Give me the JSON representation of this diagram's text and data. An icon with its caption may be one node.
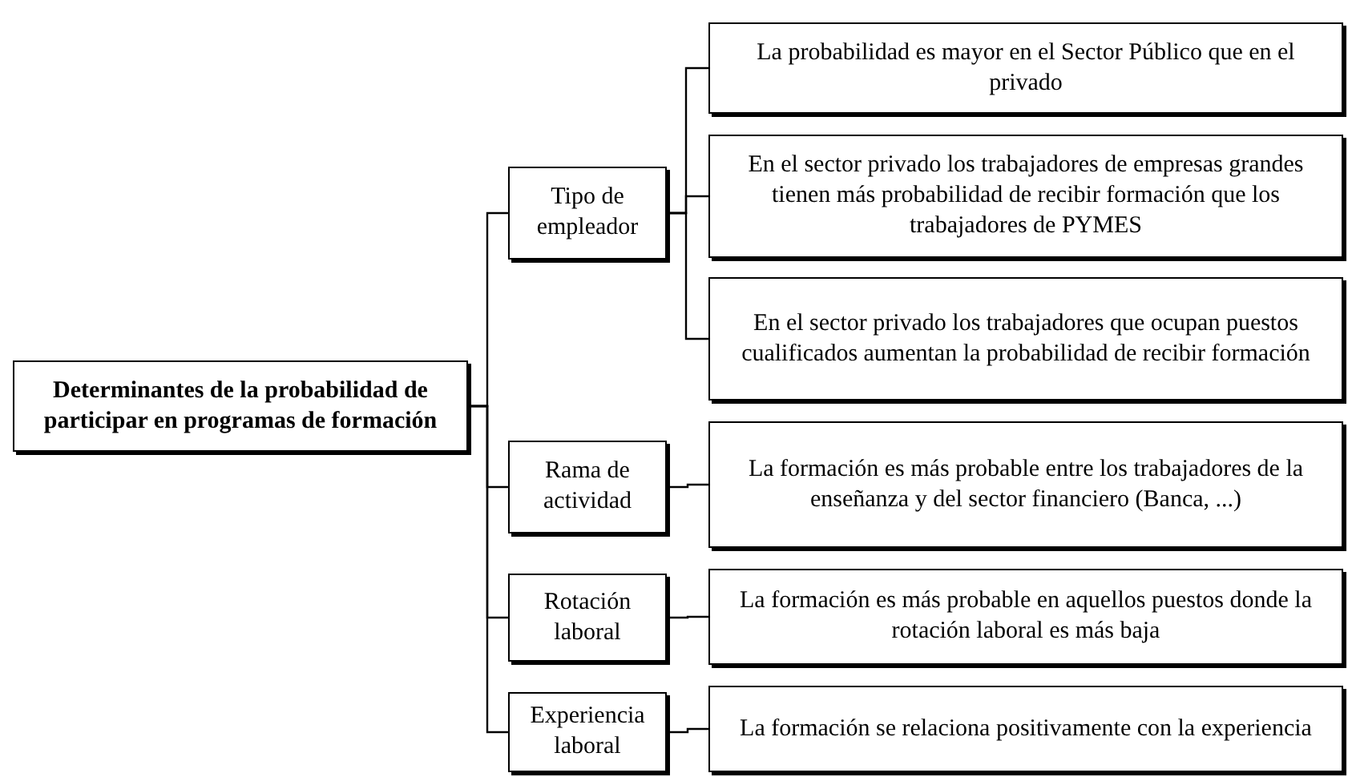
{
  "diagram": {
    "nodes": [
      {
        "text": [
          "Determinantes de la probabilidad de participar en programas de formación"
        ]
      },
      {
        "text": [
          "Tipo de empleador"
        ]
      },
      {
        "text": [
          "La probabilidad es mayor en el Sector Público que en el privado"
        ]
      },
      {
        "text": [
          "En el sector privado los trabajadores de empresas grandes tienen más probabilidad de recibir formación que los trabajadores de PYMES"
        ]
      },
      {
        "text": [
          "En el sector privado los trabajadores que ocupan puestos cualificados aumentan la probabilidad de recibir formación"
        ]
      },
      {
        "text": [
          "Rama de actividad"
        ]
      },
      {
        "text": [
          "La formación es más probable entre los trabajadores de la enseñanza y del sector financiero (Banca, ...)"
        ]
      },
      {
        "text": [
          "Rotación laboral"
        ]
      },
      {
        "text": [
          "La formación es más probable en aquellos puestos donde la rotación laboral es más baja"
        ]
      },
      {
        "text": [
          "Experiencia laboral"
        ]
      },
      {
        "text": [
          "La formación se relaciona positivamente con la experiencia"
        ]
      }
    ],
    "edges": [
      {
        "from": 0,
        "to": 1,
        "arrow": "none"
      },
      {
        "from": 0,
        "to": 5,
        "arrow": "none"
      },
      {
        "from": 0,
        "to": 7,
        "arrow": "none"
      },
      {
        "from": 0,
        "to": 9,
        "arrow": "none"
      },
      {
        "from": 1,
        "to": 2,
        "arrow": "none"
      },
      {
        "from": 1,
        "to": 3,
        "arrow": "none"
      },
      {
        "from": 1,
        "to": 4,
        "arrow": "none"
      },
      {
        "from": 5,
        "to": 6,
        "arrow": "none"
      },
      {
        "from": 7,
        "to": 8,
        "arrow": "none"
      },
      {
        "from": 9,
        "to": 10,
        "arrow": "none"
      }
    ]
  }
}
